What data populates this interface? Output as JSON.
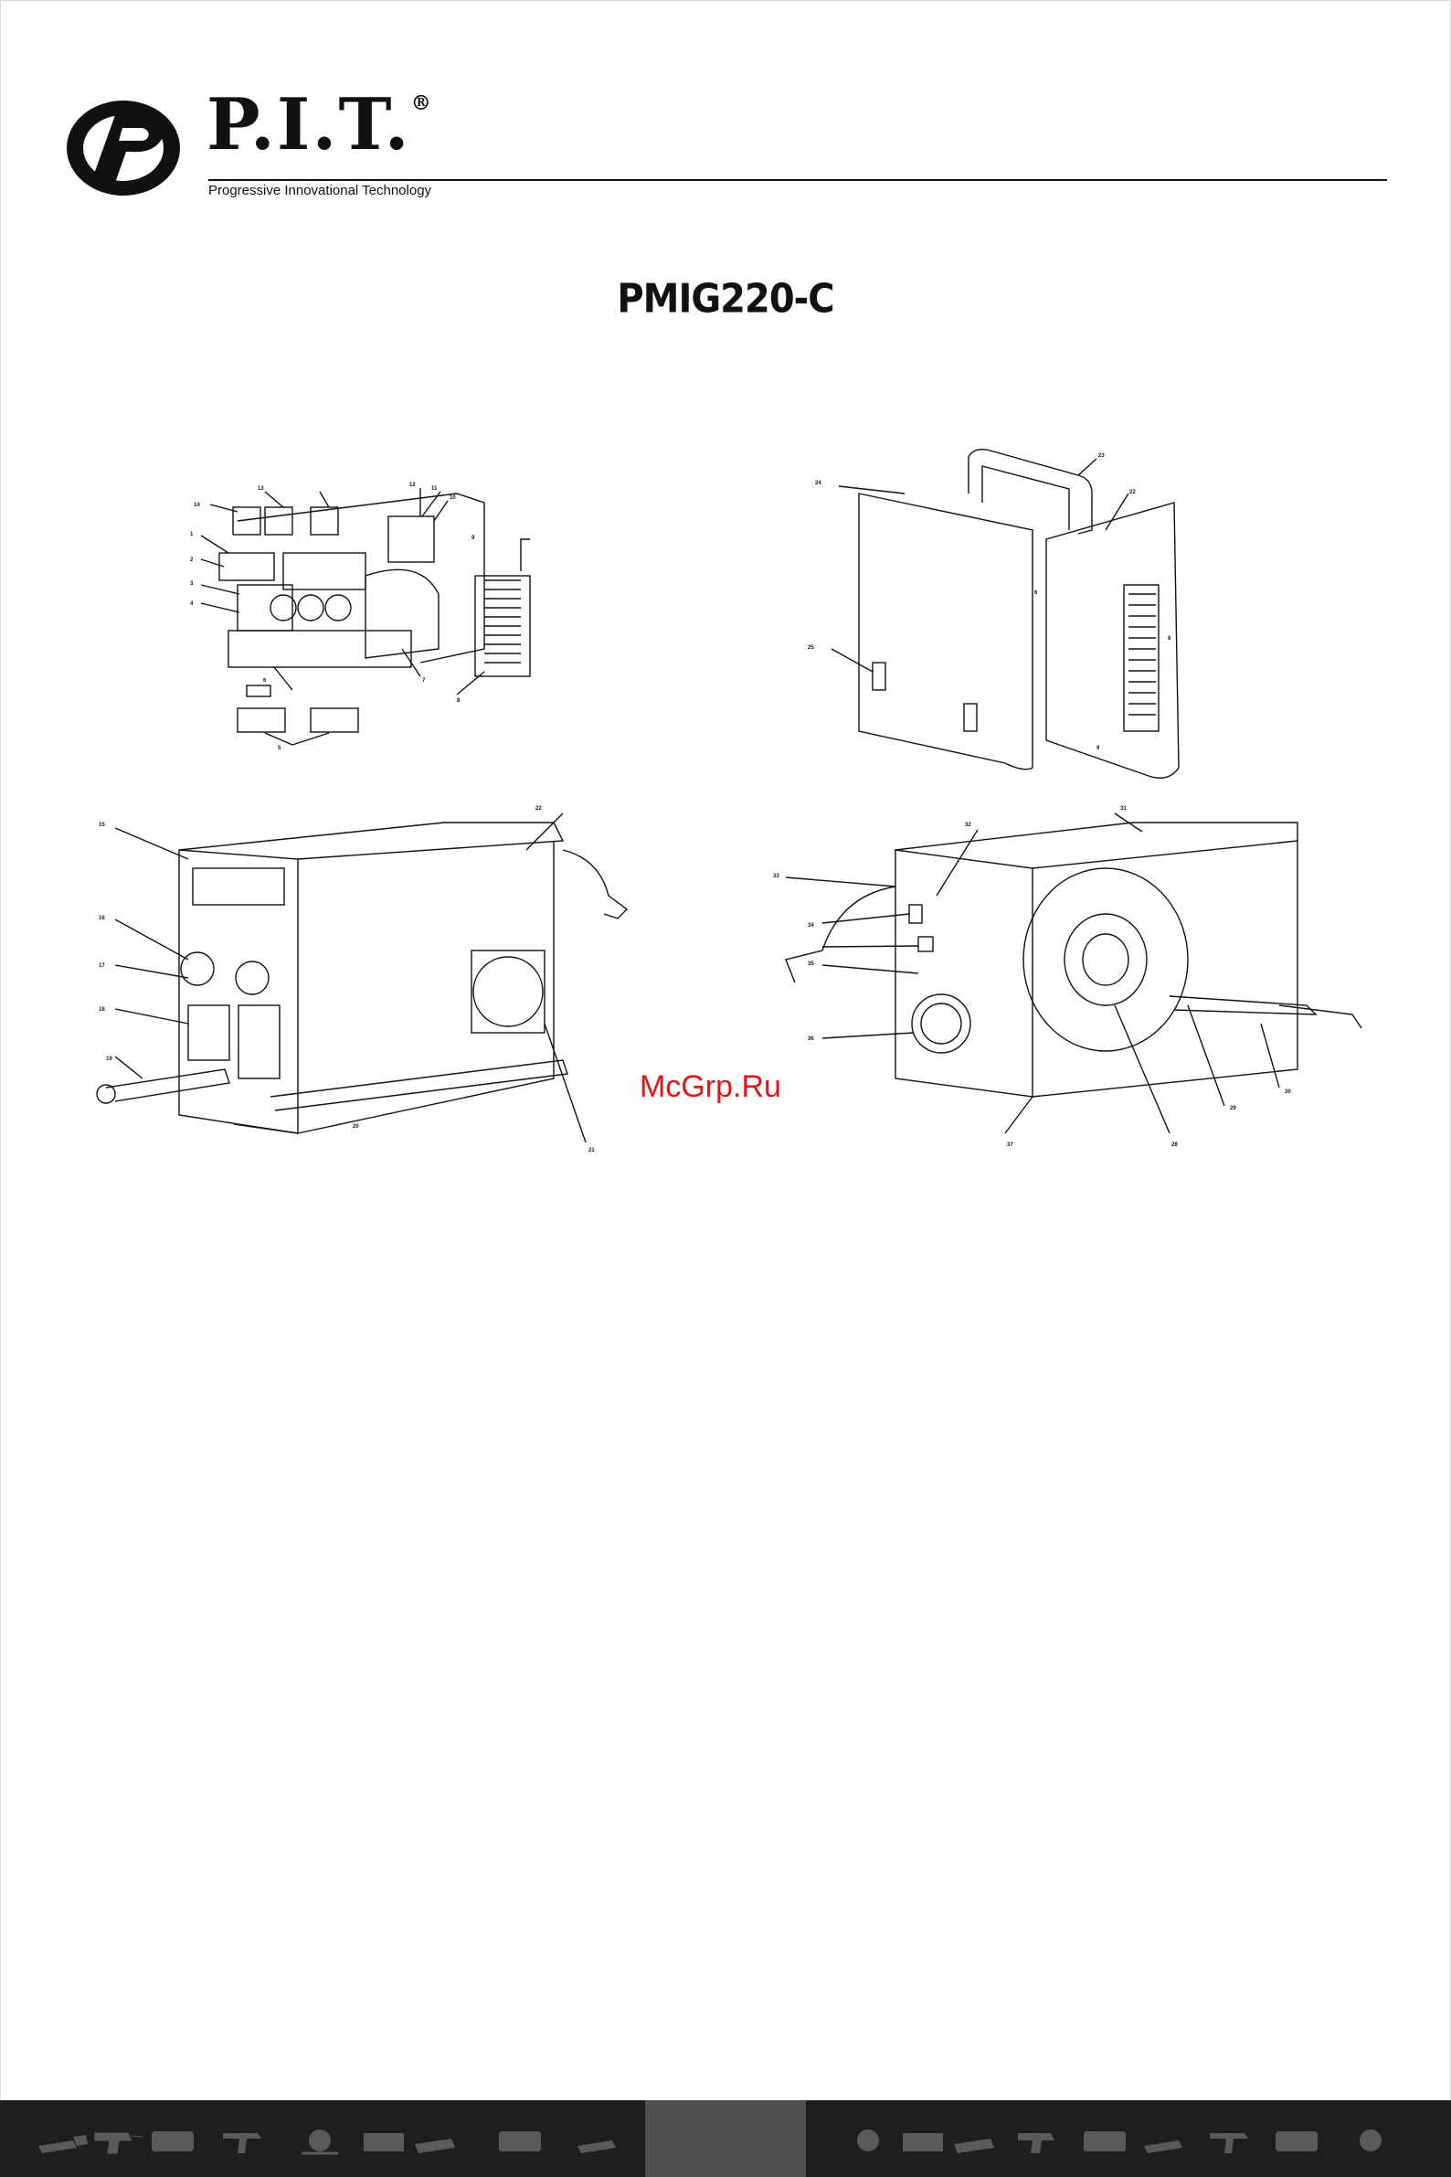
{
  "brand": {
    "name": "P.I.T.",
    "registered_mark": "®",
    "tagline": "Progressive Innovational Technology"
  },
  "document": {
    "title": "PMIG220-C"
  },
  "watermark": {
    "text": "McGrp.Ru",
    "color": "#e01515"
  },
  "colors": {
    "footer_band": "#1e1e1e",
    "footer_page_box": "#4f4f4f",
    "footer_icons": "#5a5a5a"
  },
  "diagrams": {
    "internal_components": {
      "labels": [
        "14",
        "13",
        "12",
        "11",
        "10",
        "1",
        "2",
        "3",
        "4",
        "5",
        "6",
        "7",
        "8",
        "9"
      ]
    },
    "housing_covers": {
      "labels": [
        "24",
        "23",
        "22",
        "25",
        "6",
        "8",
        "9"
      ]
    },
    "front_view": {
      "labels": [
        "15",
        "16",
        "17",
        "18",
        "19",
        "20",
        "21",
        "22"
      ]
    },
    "rear_view": {
      "labels": [
        "33",
        "32",
        "31",
        "34",
        "35",
        "36",
        "37",
        "28",
        "29",
        "30"
      ]
    }
  },
  "footer": {
    "icons": [
      "angle-grinder-icon",
      "drill-icon",
      "compressor-icon",
      "hammer-drill-icon",
      "concrete-mixer-icon",
      "generator-icon",
      "jigsaw-icon",
      "welder-icon"
    ]
  }
}
